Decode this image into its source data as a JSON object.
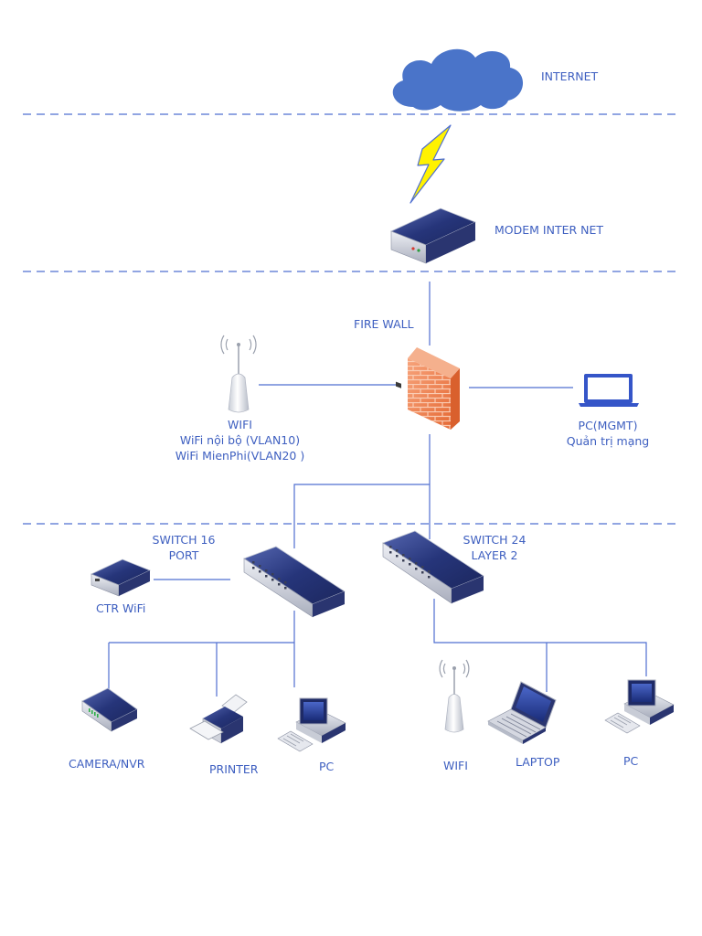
{
  "colors": {
    "line": "#4f6fd0",
    "label": "#3e5fc0",
    "cloud": "#4a74c9",
    "device_top": "#2c3d7e",
    "device_side": "#c9ccd6",
    "firewall": "#f07a45",
    "lightning": "#fff200"
  },
  "labels": {
    "internet": "INTERNET",
    "modem": "MODEM INTER NET",
    "firewall": "FIRE WALL",
    "wifi_main": "WIFI",
    "wifi_vlan10": "WiFi nội bộ (VLAN10)",
    "wifi_vlan20": "WiFi MienPhi(VLAN20 )",
    "pc_mgmt": "PC(MGMT)",
    "pc_mgmt_sub": "Quản trị mạng",
    "switch16_line1": "SWITCH 16",
    "switch16_line2": "PORT",
    "switch24_line1": "SWITCH 24",
    "switch24_line2": "LAYER 2",
    "ctr_wifi": "CTR WiFi",
    "camera": "CAMERA/NVR",
    "printer": "PRINTER",
    "pc_left": "PC",
    "wifi_bottom": "WIFI",
    "laptop": "LAPTOP",
    "pc_right": "PC"
  },
  "icons": {
    "cloud": "cloud-icon",
    "lightning": "lightning-icon",
    "modem": "modem-icon",
    "firewall": "firewall-icon",
    "access_point": "access-point-icon",
    "laptop": "laptop-icon",
    "switch": "switch-icon",
    "router": "router-icon",
    "camera_nvr": "nvr-icon",
    "printer": "printer-icon",
    "pc": "desktop-pc-icon"
  }
}
